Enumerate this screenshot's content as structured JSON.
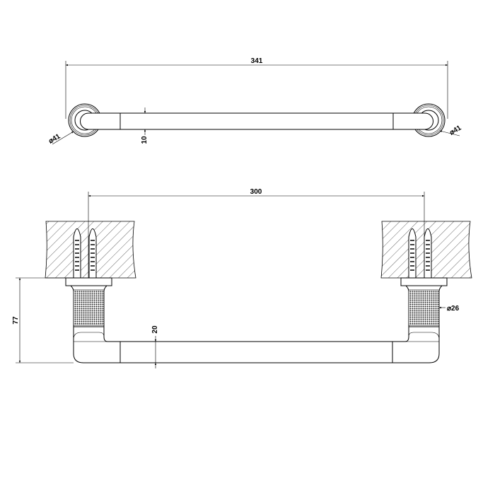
{
  "drawing": {
    "top_view": {
      "overall_length": "341",
      "rosette_diameter_left": "⌀41",
      "rosette_diameter_right": "⌀41",
      "bar_thickness": "10"
    },
    "front_view": {
      "center_distance": "300",
      "projection": "77",
      "bar_height": "20",
      "knurl_diameter": "⌀26"
    }
  }
}
